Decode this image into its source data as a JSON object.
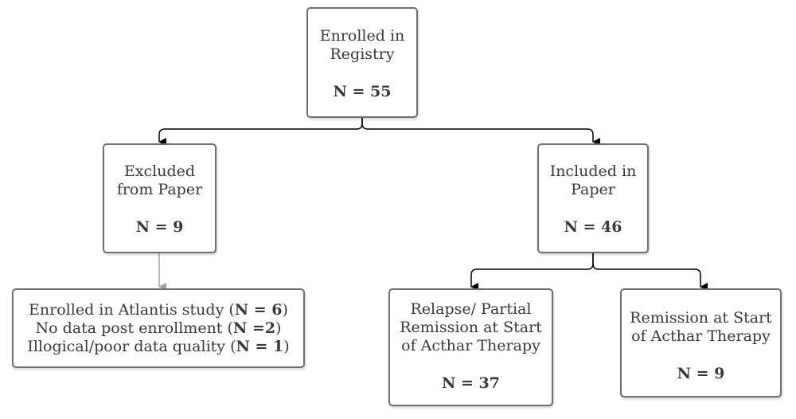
{
  "colors": {
    "border": "#6f6f6f",
    "text": "#3a3a3a",
    "arrow": "#000000",
    "arrow_muted": "#a0a0a0"
  },
  "nodes": {
    "registry": {
      "lines": [
        "Enrolled in",
        "Registry"
      ],
      "count": "N = 55"
    },
    "excluded": {
      "lines": [
        "Excluded",
        "from Paper"
      ],
      "count": "N = 9"
    },
    "included": {
      "lines": [
        "Included in",
        "Paper"
      ],
      "count": "N = 46"
    },
    "excluded_reasons": [
      {
        "prefix": "Enrolled in Atlantis study (",
        "n": "N = 6",
        "suffix": ")"
      },
      {
        "prefix": "No data post enrollment (",
        "n": "N =2",
        "suffix": ")"
      },
      {
        "prefix": "Illogical/poor data quality (",
        "n": "N = 1",
        "suffix": ")"
      }
    ],
    "relapse": {
      "lines": [
        "Relapse/ Partial",
        "Remission at Start",
        "of Acthar Therapy"
      ],
      "count": "N = 37"
    },
    "remission": {
      "lines": [
        "Remission at Start",
        "of Acthar Therapy"
      ],
      "count": "N = 9"
    }
  }
}
